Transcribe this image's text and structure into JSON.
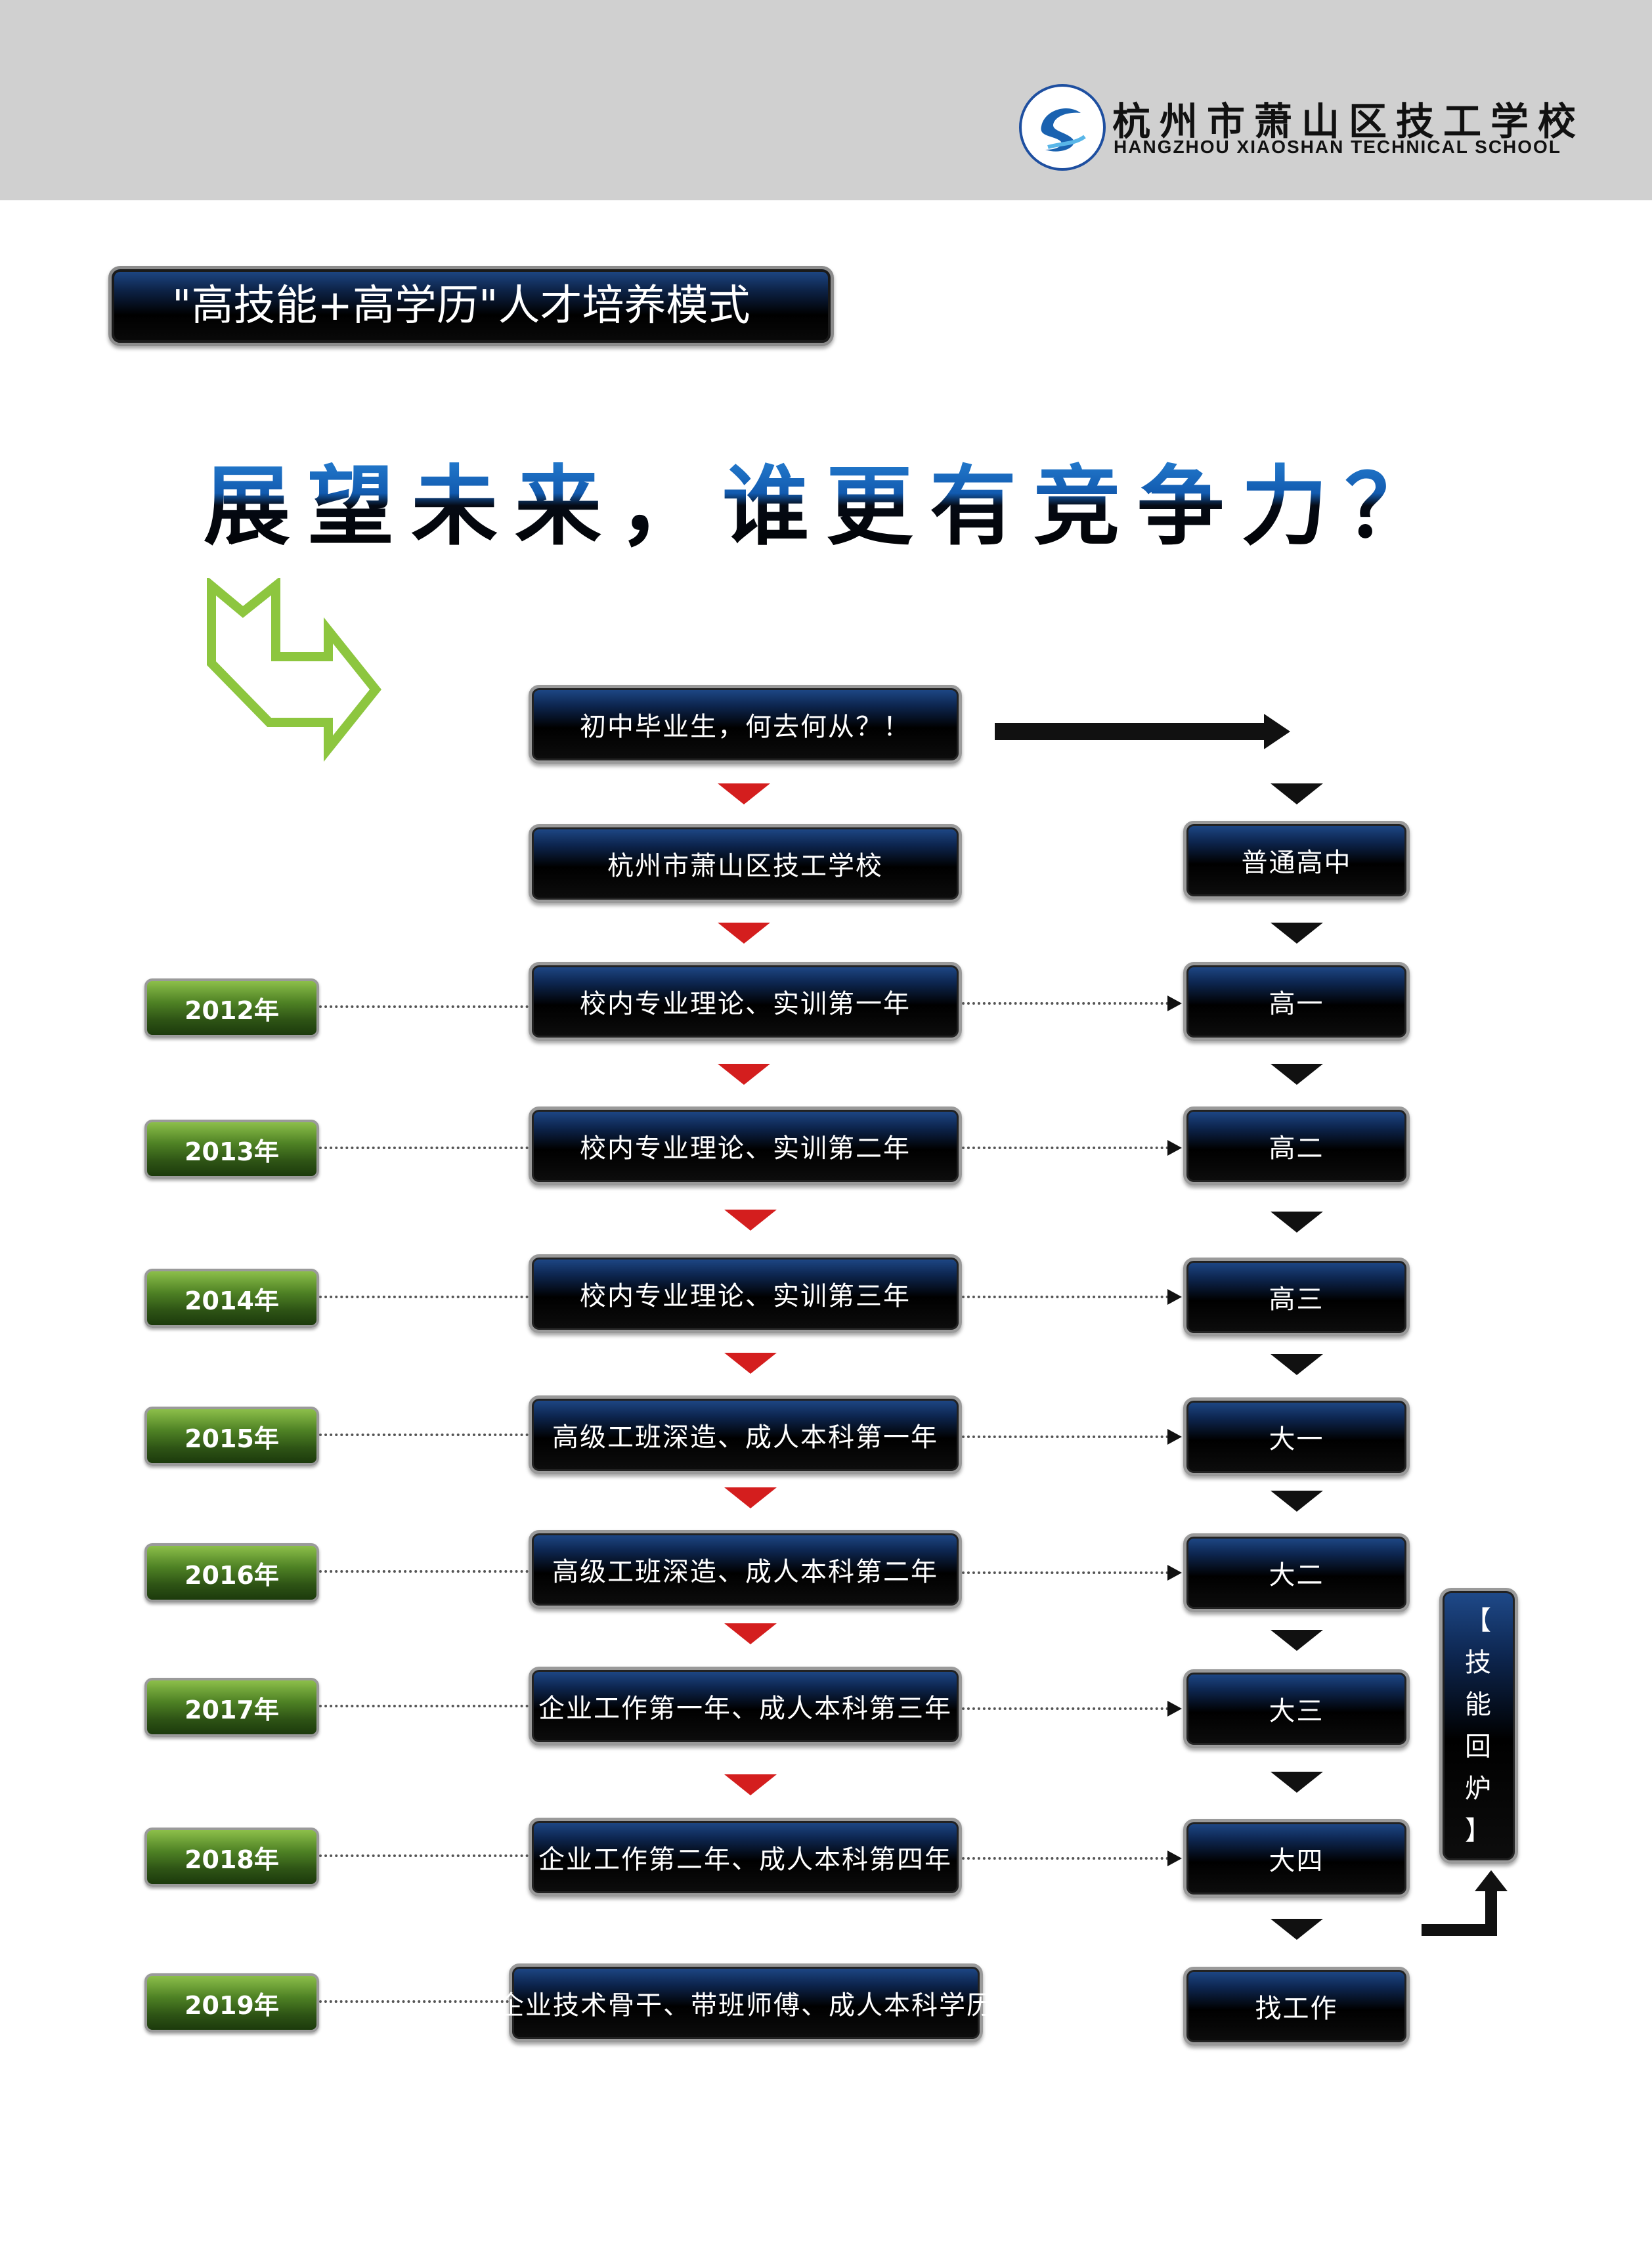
{
  "header": {
    "school_name_cn": "杭州市萧山区技工学校",
    "school_name_en": "HANGZHOU XIAOSHAN TECHNICAL SCHOOL",
    "logo_icon": "school-logo-icon"
  },
  "title": "\"高技能+高学历\"人才培养模式",
  "headline": "展望未来，谁更有竞争力？",
  "start_node": "初中毕业生，何去何从？！",
  "left_path": {
    "school": "杭州市萧山区技工学校",
    "steps": [
      "校内专业理论、实训第一年",
      "校内专业理论、实训第二年",
      "校内专业理论、实训第三年",
      "高级工班深造、成人本科第一年",
      "高级工班深造、成人本科第二年",
      "企业工作第一年、成人本科第三年",
      "企业工作第二年、成人本科第四年",
      "企业技术骨干、带班师傅、成人本科学历"
    ]
  },
  "right_path": {
    "school": "普通高中",
    "steps": [
      "高一",
      "高二",
      "高三",
      "大一",
      "大二",
      "大三",
      "大四",
      "找工作"
    ]
  },
  "years": [
    "2012年",
    "2013年",
    "2014年",
    "2015年",
    "2016年",
    "2017年",
    "2018年",
    "2019年"
  ],
  "skill_return": [
    "【",
    "技",
    "能",
    "回",
    "炉",
    "】"
  ],
  "colors": {
    "red_arrow": "#d41e1e",
    "black_arrow": "#111111",
    "green_arrow": "#8dc63f",
    "header_band": "#d0d0d0",
    "headline_blue": "#1a6fc8"
  }
}
